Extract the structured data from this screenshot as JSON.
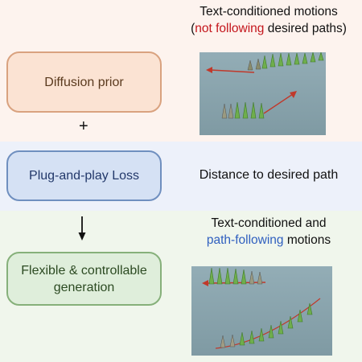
{
  "boxes": {
    "diffusion": "Diffusion prior",
    "loss": "Plug-and-play Loss",
    "generation_line1": "Flexible & controllable",
    "generation_line2": "generation"
  },
  "symbols": {
    "plus": "+"
  },
  "captions": {
    "top_line1": "Text-conditioned motions",
    "top_open": "(",
    "top_highlight": "not following",
    "top_rest": " desired paths)",
    "mid": "Distance to desired path",
    "bot_line1": "Text-conditioned and",
    "bot_highlight": "path-following",
    "bot_rest": " motions"
  },
  "colors": {
    "red_highlight": "#c4161c",
    "blue_highlight": "#2f5fbf",
    "desired_path": "#c0392b",
    "scene_floor": "#8aa4ad"
  }
}
